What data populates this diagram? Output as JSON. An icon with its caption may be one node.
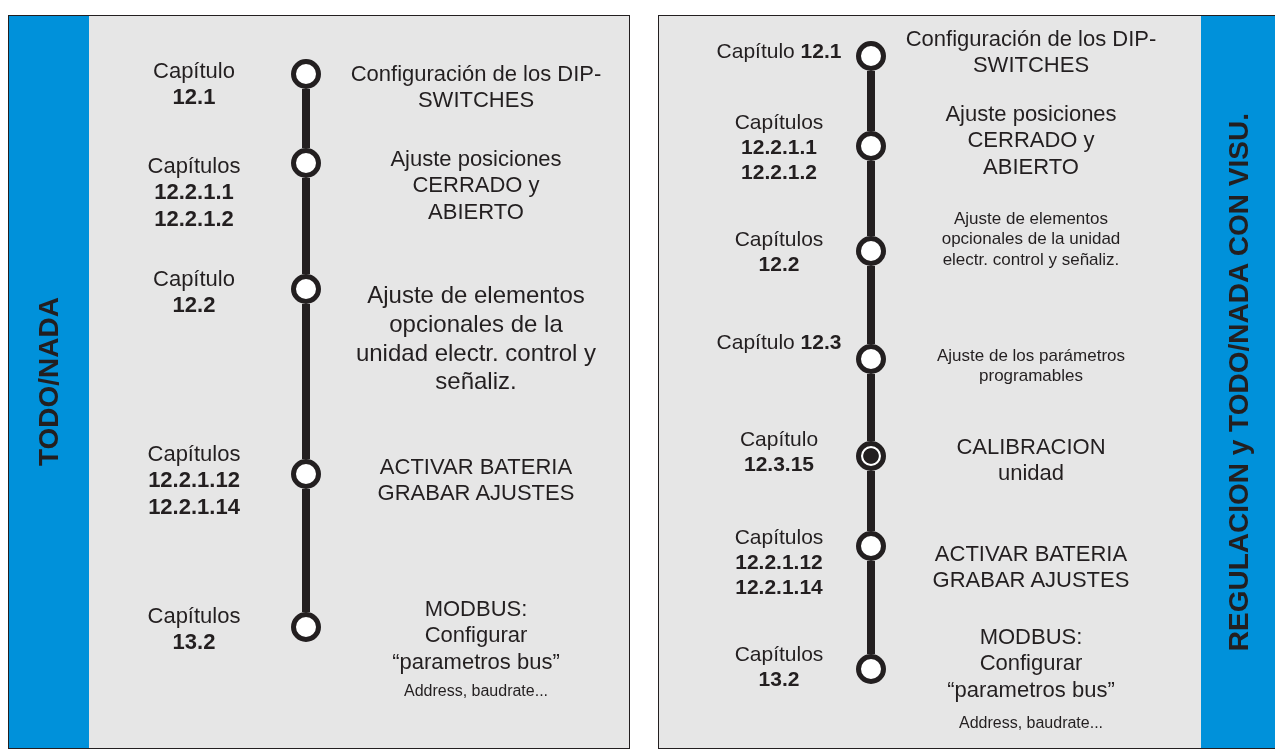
{
  "diagram": {
    "nodes": [
      {
        "text": [
          "TODO/NADA"
        ]
      },
      {
        "text": [],
        "shape": "circle",
        "in": 0,
        "beside": [
          "Capítulo **12.1**",
          "Configuración de los DIP-SWITCHES"
        ]
      },
      {
        "text": [],
        "shape": "circle",
        "in": 0,
        "beside": [
          "Capítulos **12.2.1.1** **12.2.1.2**",
          "Ajuste posiciones CERRADO y ABIERTO"
        ]
      },
      {
        "text": [],
        "shape": "circle",
        "in": 0,
        "beside": [
          "Capítulo **12.2**",
          "Ajuste de elementos opcionales de la unidad electr. control y señaliz."
        ]
      },
      {
        "text": [],
        "shape": "circle",
        "in": 0,
        "beside": [
          "Capítulos **12.2.1.12** **12.2.1.14**",
          "ACTIVAR BATERIA GRABAR AJUSTES"
        ]
      },
      {
        "text": [],
        "shape": "circle",
        "in": 0,
        "beside": [
          "Capítulos **13.2**",
          "MODBUS: Configurar “parametros bus”",
          "Address, baudrate..."
        ]
      },
      {
        "text": [
          "REGULACION y TODO/NADA CON VISU."
        ]
      },
      {
        "text": [],
        "shape": "circle",
        "in": 6,
        "beside": [
          "Capítulo **12.1**",
          "Configuración de los DIP-SWITCHES"
        ]
      },
      {
        "text": [],
        "shape": "circle",
        "in": 6,
        "beside": [
          "Capítulos **12.2.1.1** **12.2.1.2**",
          "Ajuste posiciones CERRADO y ABIERTO"
        ]
      },
      {
        "text": [],
        "shape": "circle",
        "in": 6,
        "beside": [
          "Capítulos **12.2**",
          "Ajuste de elementos opcionales de la unidad electr. control y señaliz."
        ]
      },
      {
        "text": [],
        "shape": "circle",
        "in": 6,
        "beside": [
          "Capítulo **12.3**",
          "Ajuste de los parámetros programables"
        ]
      },
      {
        "text": [],
        "shape": "circle",
        "in": 6,
        "beside": [
          "Capítulo **12.3.15**",
          "CALIBRACION unidad"
        ]
      },
      {
        "text": [],
        "shape": "circle",
        "in": 6,
        "beside": [
          "Capítulos **12.2.1.12** **12.2.1.14**",
          "ACTIVAR BATERIA GRABAR AJUSTES"
        ]
      },
      {
        "text": [],
        "shape": "circle",
        "in": 6,
        "beside": [
          "Capítulos **13.2**",
          "MODBUS: Configurar “parametros bus”",
          "Address, baudrate..."
        ]
      }
    ],
    "edges": [
      {
        "from": 1,
        "to": 2,
        "arrow": "none"
      },
      {
        "from": 2,
        "to": 3,
        "arrow": "none"
      },
      {
        "from": 3,
        "to": 4,
        "arrow": "none"
      },
      {
        "from": 4,
        "to": 5,
        "arrow": "none"
      },
      {
        "from": 7,
        "to": 8,
        "arrow": "none"
      },
      {
        "from": 8,
        "to": 9,
        "arrow": "none"
      },
      {
        "from": 9,
        "to": 10,
        "arrow": "none"
      },
      {
        "from": 10,
        "to": 11,
        "arrow": "none"
      },
      {
        "from": 11,
        "to": 12,
        "arrow": "none"
      },
      {
        "from": 12,
        "to": 13,
        "arrow": "none"
      }
    ]
  }
}
